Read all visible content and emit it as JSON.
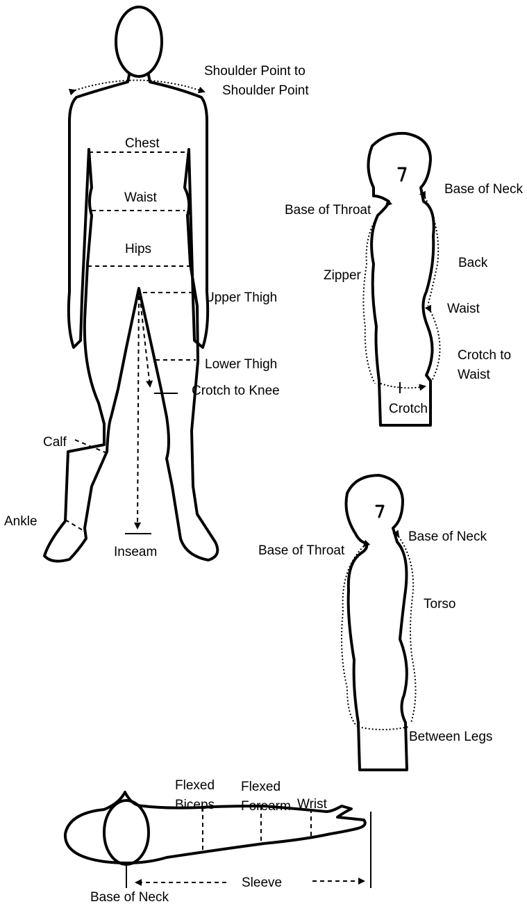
{
  "front_figure": {
    "shoulder_line1": "Shoulder Point to",
    "shoulder_line2": "Shoulder Point",
    "chest": "Chest",
    "waist": "Waist",
    "hips": "Hips",
    "upper_thigh": "Upper Thigh",
    "lower_thigh": "Lower Thigh",
    "crotch_to_knee": "Crotch to Knee",
    "calf": "Calf",
    "ankle": "Ankle",
    "inseam": "Inseam"
  },
  "side_figure_top": {
    "base_of_throat": "Base of Throat",
    "base_of_neck": "Base of Neck",
    "back": "Back",
    "zipper": "Zipper",
    "waist": "Waist",
    "crotch_to_line1": "Crotch to",
    "crotch_to_line2": "Waist",
    "crotch": "Crotch"
  },
  "side_figure_bottom": {
    "base_of_throat": "Base of Throat",
    "base_of_neck": "Base of Neck",
    "torso": "Torso",
    "between_legs": "Between Legs"
  },
  "arm_figure": {
    "flexed_biceps_line1": "Flexed",
    "flexed_biceps_line2": "Biceps",
    "flexed_forearm_line1": "Flexed",
    "flexed_forearm_line2": "Forearm",
    "wrist": "Wrist",
    "sleeve": "Sleeve",
    "base_of_neck": "Base of Neck"
  }
}
